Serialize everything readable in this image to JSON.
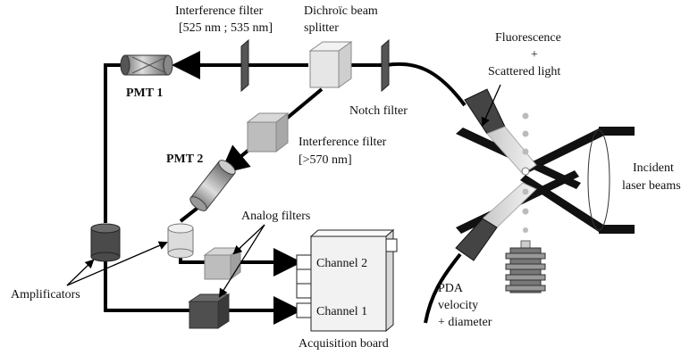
{
  "labels": {
    "interference_filter_1_line1": "Interference filter",
    "interference_filter_1_line2": "[525 nm ; 535 nm]",
    "dichroic_line1": "Dichroïc beam",
    "dichroic_line2": "splitter",
    "fluorescence_line1": "Fluorescence",
    "fluorescence_line2": "+",
    "fluorescence_line3": "Scattered light",
    "pmt1": "PMT 1",
    "notch_filter": "Notch filter",
    "pmt2": "PMT 2",
    "interference_filter_2_line1": "Interference filter",
    "interference_filter_2_line2": "[>570 nm]",
    "incident_line1": "Incident",
    "incident_line2": "laser beams",
    "analog_filters": "Analog filters",
    "amplificators": "Amplificators",
    "channel2": "Channel 2",
    "channel1": "Channel 1",
    "acquisition_board": "Acquisition board",
    "pda_line1": "PDA",
    "pda_line2": "velocity",
    "pda_line3": "+ diameter"
  },
  "colors": {
    "line": "#000000",
    "filter_dark": "#555555",
    "cube_light": "#e6e6e6",
    "cube_mid": "#bdbdbd",
    "cube_dark": "#4a4a4a",
    "board": "#f2f2f2"
  }
}
